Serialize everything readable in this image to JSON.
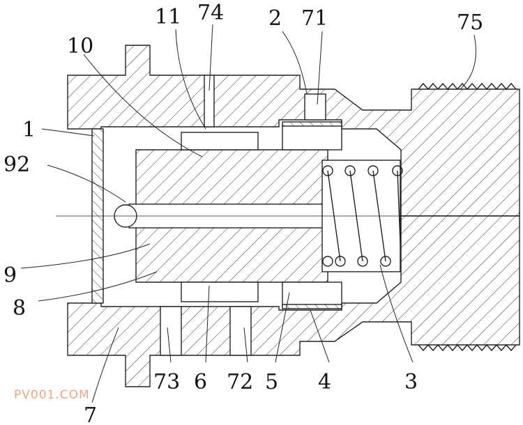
{
  "labels": {
    "l11": "11",
    "l74": "74",
    "l2": "2",
    "l71": "71",
    "l75": "75",
    "l10": "10",
    "l1": "1",
    "l92": "92",
    "l9": "9",
    "l8": "8",
    "l73": "73",
    "l6": "6",
    "l72": "72",
    "l5": "5",
    "l4": "4",
    "l3": "3",
    "l7": "7"
  },
  "watermark": {
    "text": "PV001.COM",
    "color": "#f0956a"
  }
}
